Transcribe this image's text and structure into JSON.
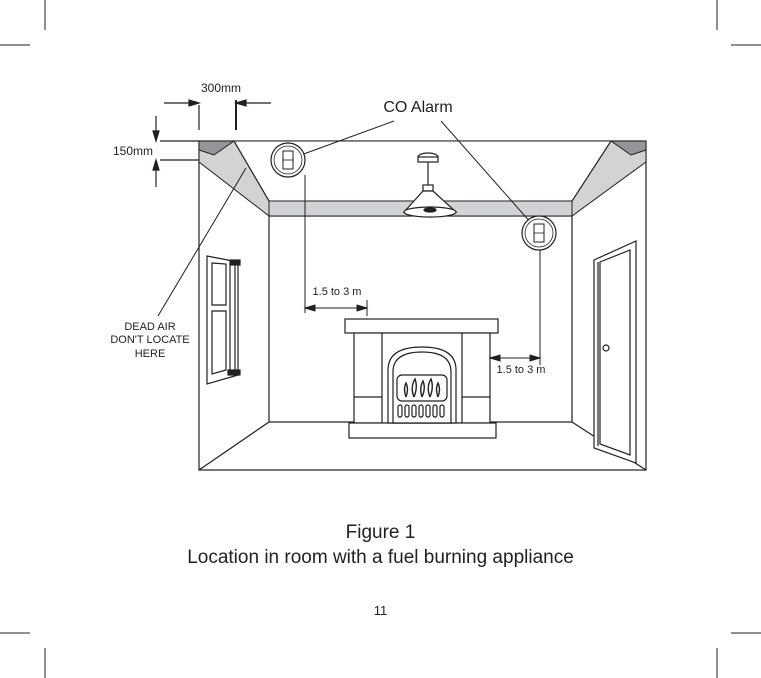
{
  "labels": {
    "dim_300": "300mm",
    "dim_150": "150mm",
    "co_alarm": "CO Alarm",
    "dead_air_line1": "DEAD AIR",
    "dead_air_line2": "DON'T LOCATE",
    "dead_air_line3": "HERE",
    "dist_left": "1.5 to 3 m",
    "dist_right": "1.5 to 3 m"
  },
  "caption": {
    "figure": "Figure 1",
    "title": "Location in room with a fuel burning appliance"
  },
  "page_number": "11",
  "colors": {
    "line": "#231f20",
    "cornice": "#d1d3d4",
    "cornice_dark": "#939598"
  }
}
